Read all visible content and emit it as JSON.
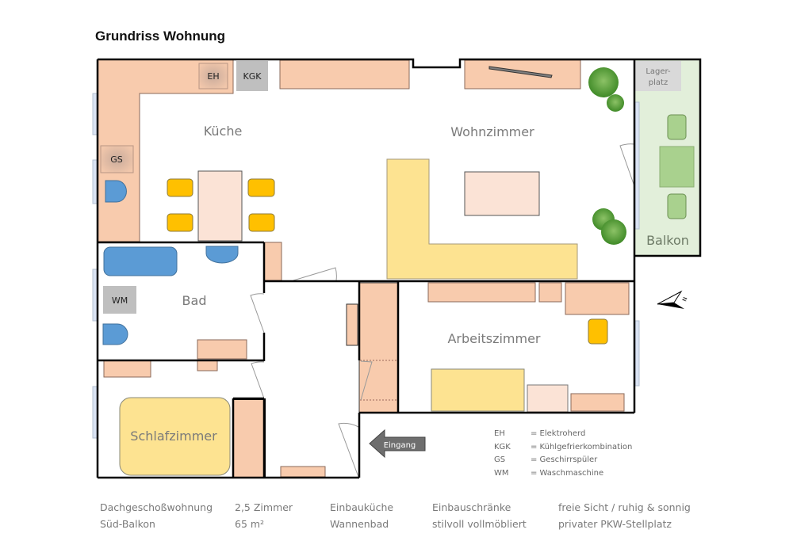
{
  "title": "Grundriss Wohnung",
  "rooms": {
    "kueche": "Küche",
    "wohnzimmer": "Wohnzimmer",
    "balkon": "Balkon",
    "bad": "Bad",
    "arbeitszimmer": "Arbeitszimmer",
    "schlafzimmer": "Schlafzimmer"
  },
  "appliances": {
    "eh": "EH",
    "kgk": "KGK",
    "gs": "GS",
    "wm": "WM",
    "lagerplatz_line1": "Lager-",
    "lagerplatz_line2": "platz"
  },
  "entrance_label": "Eingang",
  "compass_label": "N",
  "legend": [
    {
      "key": "EH",
      "value": "= Elektroherd"
    },
    {
      "key": "KGK",
      "value": "= Kühlgefrierkombination"
    },
    {
      "key": "GS",
      "value": "= Geschirrspüler"
    },
    {
      "key": "WM",
      "value": "= Waschmaschine"
    }
  ],
  "features": [
    [
      "Dachgeschoßwohnung",
      "Süd-Balkon"
    ],
    [
      "2,5 Zimmer",
      "65 m²"
    ],
    [
      "Einbauküche",
      "Wannenbad"
    ],
    [
      "Einbauschränke",
      "stilvoll vollmöbliert"
    ],
    [
      "freie Sicht / ruhig & sonnig",
      "privater PKW-Stellplatz"
    ]
  ],
  "colors": {
    "cabinet": "#f8cbad",
    "sofa": "#fde391",
    "table": "#fbe3d6",
    "chair": "#ffc000",
    "sanitary": "#5b9bd5",
    "appliance": "#bfbfbf",
    "balcony": "#e2efda",
    "balcony_furniture": "#a9d18e",
    "plant": "#4e9a2f",
    "window": "#dae3f3",
    "wall": "#000000",
    "arrow": "#6e6e6e"
  }
}
